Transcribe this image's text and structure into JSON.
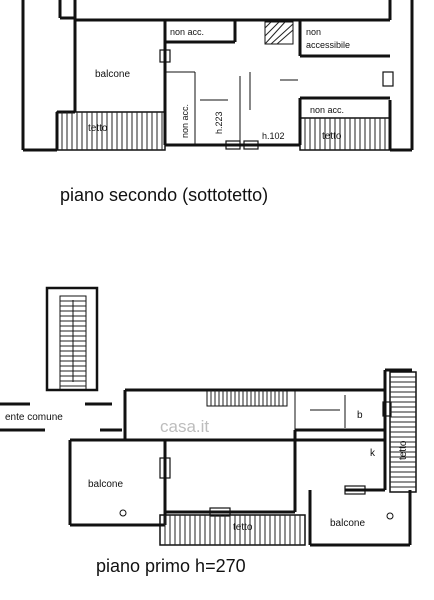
{
  "second_floor": {
    "caption": "piano secondo (sottotetto)",
    "rooms": {
      "non_acc_top": "non acc.",
      "non_accessibile": [
        "non",
        "accessibile"
      ],
      "balcone": "balcone",
      "non_acc_vertical": "non acc.",
      "h223": "h.223",
      "h102": "h.102",
      "non_acc_right": "non acc.",
      "tetto_left": "tetto",
      "tetto_right": "tetto"
    }
  },
  "first_floor": {
    "caption": "piano primo h=270",
    "rooms": {
      "ente_comune": "ente comune",
      "balcone_left": "balcone",
      "tetto_bottom": "tetto",
      "balcone_right": "balcone",
      "tetto_side": "tetto",
      "b": "b",
      "k": "k"
    }
  },
  "watermark": "casa.it"
}
